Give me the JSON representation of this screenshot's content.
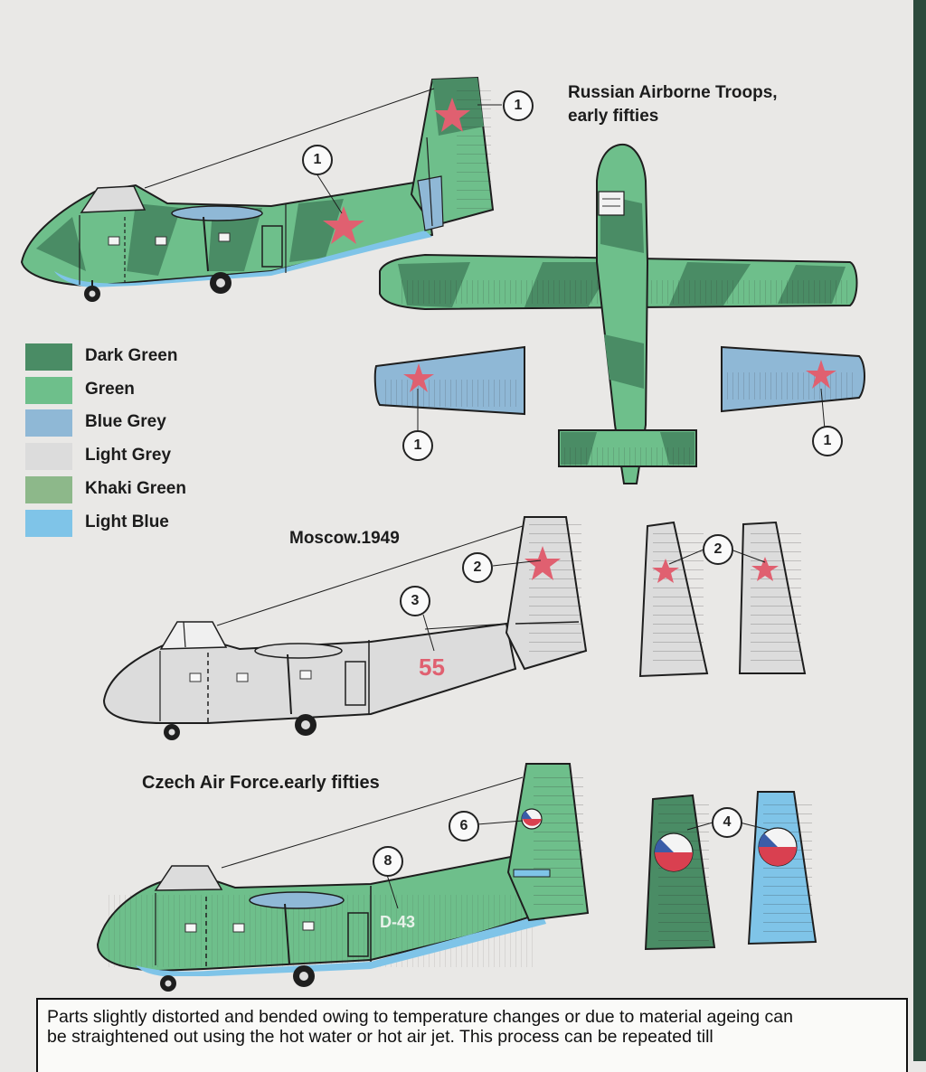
{
  "sections": {
    "russian": {
      "title_line1": "Russian Airborne Troops,",
      "title_line2": "early fifties"
    },
    "moscow": {
      "title": "Moscow.1949",
      "aircraft_number": "55"
    },
    "czech": {
      "title": "Czech Air Force.early fifties",
      "aircraft_code": "D-43"
    }
  },
  "legend": [
    {
      "label": "Dark Green",
      "color": "#4a8c65"
    },
    {
      "label": "Green",
      "color": "#6ebf8b"
    },
    {
      "label": "Blue Grey",
      "color": "#8fb8d6"
    },
    {
      "label": "Light Grey",
      "color": "#dcdcdc"
    },
    {
      "label": "Khaki Green",
      "color": "#8db88a"
    },
    {
      "label": "Light Blue",
      "color": "#7fc4e8"
    }
  ],
  "callouts": {
    "tail_top": "1",
    "fuselage_top": "1",
    "wing_left": "1",
    "wing_right": "1",
    "moscow_tail": "2",
    "moscow_fins": "2",
    "moscow_number": "3",
    "czech_tail": "6",
    "czech_code": "8",
    "czech_fins": "4"
  },
  "note": {
    "line1": "Parts slightly distorted and bended owing to temperature changes or due to material ageing can",
    "line2": "be straightened out using the hot water or hot air jet. This process can be repeated till"
  },
  "colors": {
    "star_red": "#e06070",
    "outline": "#1e1e1e",
    "paper": "#e9e8e6"
  }
}
